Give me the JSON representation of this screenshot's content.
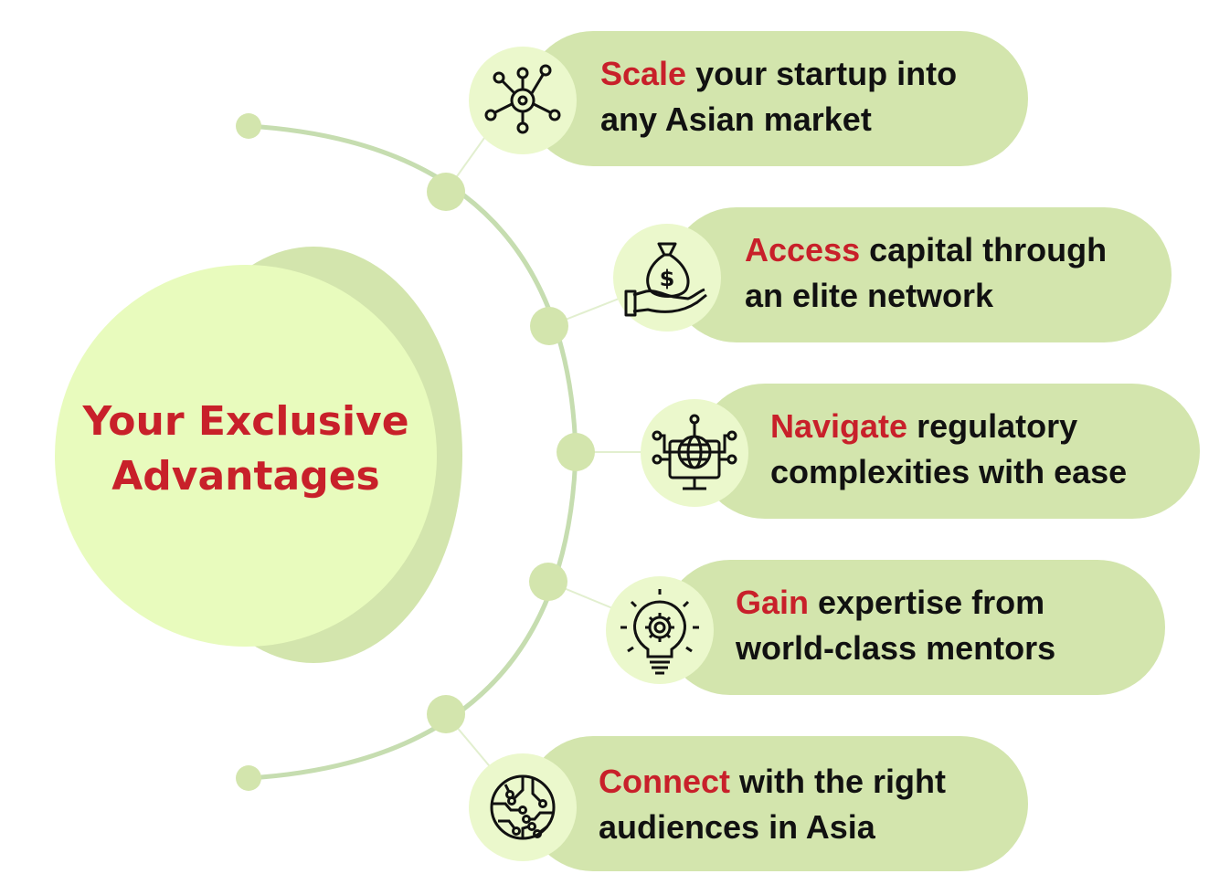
{
  "hub": {
    "title_line1": "Your Exclusive",
    "title_line2": "Advantages"
  },
  "items": [
    {
      "keyword": "Scale",
      "text1": " your startup into",
      "text2": "any Asian market",
      "icon": "network-hub-icon"
    },
    {
      "keyword": "Access",
      "text1": " capital through",
      "text2": "an elite network",
      "icon": "money-bag-hand-icon"
    },
    {
      "keyword": "Navigate",
      "text1": " regulatory",
      "text2": "complexities with ease",
      "icon": "globe-monitor-icon"
    },
    {
      "keyword": "Gain",
      "text1": " expertise from",
      "text2": "world-class mentors",
      "icon": "lightbulb-gear-icon"
    },
    {
      "keyword": "Connect",
      "text1": " with the right",
      "text2": "audiences in Asia",
      "icon": "circuit-circle-icon"
    }
  ],
  "colors": {
    "accent": "#c8202a",
    "pill": "#d3e5ad",
    "hub": "#e8fbbd",
    "icon_bg": "#ebf8cc",
    "arc": "#c6ddb0",
    "text": "#111111"
  }
}
